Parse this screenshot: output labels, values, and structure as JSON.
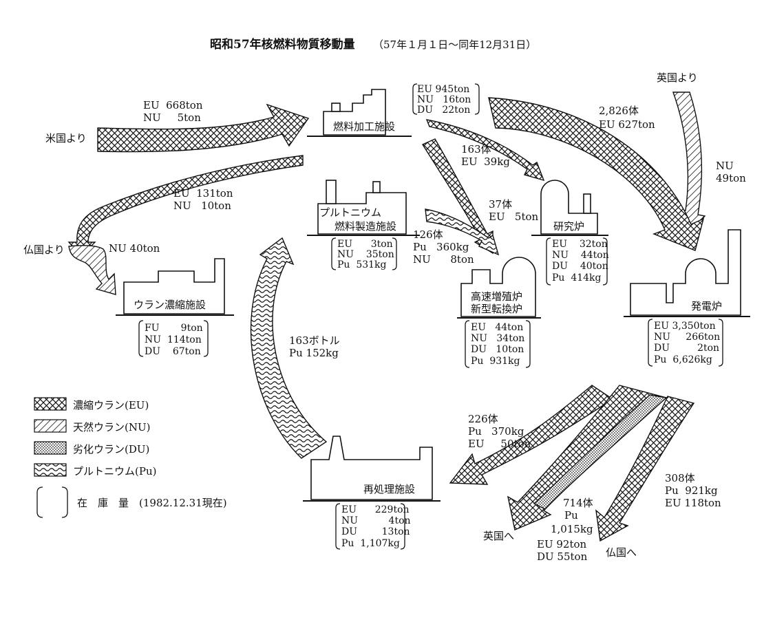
{
  "title": {
    "main": "昭和57年核燃料物質移動量",
    "sub": "（57年１月１日〜同年12月31日）"
  },
  "facilities": {
    "fuel_fab": "燃料加工施設",
    "pu_fab_1": "プルトニウム",
    "pu_fab_2": "燃料製造施設",
    "research": "研究炉",
    "fbr_1": "高速増殖炉",
    "fbr_2": "新型転換炉",
    "power": "発電炉",
    "enrich": "ウラン濃縮施設",
    "reproc": "再処理施設"
  },
  "sources": {
    "us": "米国より",
    "france_from": "仏国より",
    "uk_from": "英国より",
    "uk_to": "英国へ",
    "france_to": "仏国へ"
  },
  "flows": {
    "us": [
      "EU  668ton",
      "NU     5ton"
    ],
    "france_up": [
      "EU  131ton",
      "NU   10ton"
    ],
    "france_nu": "NU 40ton",
    "fuel_power": [
      "2,826体",
      "EU 627ton"
    ],
    "uk_nu": [
      "NU",
      "49ton"
    ],
    "fuel_research": [
      "163体",
      "EU  39kg"
    ],
    "fuel_fbr": [
      "37体",
      "EU   5ton"
    ],
    "pu_fbr": [
      "126体",
      "Pu   360kg",
      "NU      8ton"
    ],
    "reproc_pu": [
      "163ボトル",
      "Pu 152kg"
    ],
    "power_reproc": [
      "226体",
      "Pu   370kg",
      "EU     50ton"
    ],
    "to_uk": [
      "714体",
      "Pu",
      "1,015kg",
      "EU 92ton",
      "DU 55ton"
    ],
    "to_france": [
      "308体",
      "Pu  921kg",
      "EU 118ton"
    ]
  },
  "stocks": {
    "fuel_fab": [
      "EU 945ton",
      "NU   16ton",
      "DU   22ton"
    ],
    "pu_fab": [
      "EU      3ton",
      "NU    35ton",
      "Pu  531kg"
    ],
    "research": [
      "EU    32ton",
      "NU    44ton",
      "DU    40ton",
      "Pu  414kg"
    ],
    "fbr": [
      "EU   44ton",
      "NU   34ton",
      "DU   10ton",
      "Pu  931kg"
    ],
    "power": [
      "EU 3,350ton",
      "NU     266ton",
      "DU         2ton",
      "Pu  6,626kg"
    ],
    "enrich": [
      "FU       9ton",
      "NU  114ton",
      "DU    67ton"
    ],
    "reproc": [
      "EU      229ton",
      "NU          4ton",
      "DU        13ton",
      "Pu  1,107kg"
    ]
  },
  "legend": {
    "eu": "濃縮ウラン(EU)",
    "nu": "天然ウラン(NU)",
    "du": "劣化ウラン(DU)",
    "pu": "プルトニウム(Pu)",
    "stock": "在　庫　量　(1982.12.31現在)"
  }
}
